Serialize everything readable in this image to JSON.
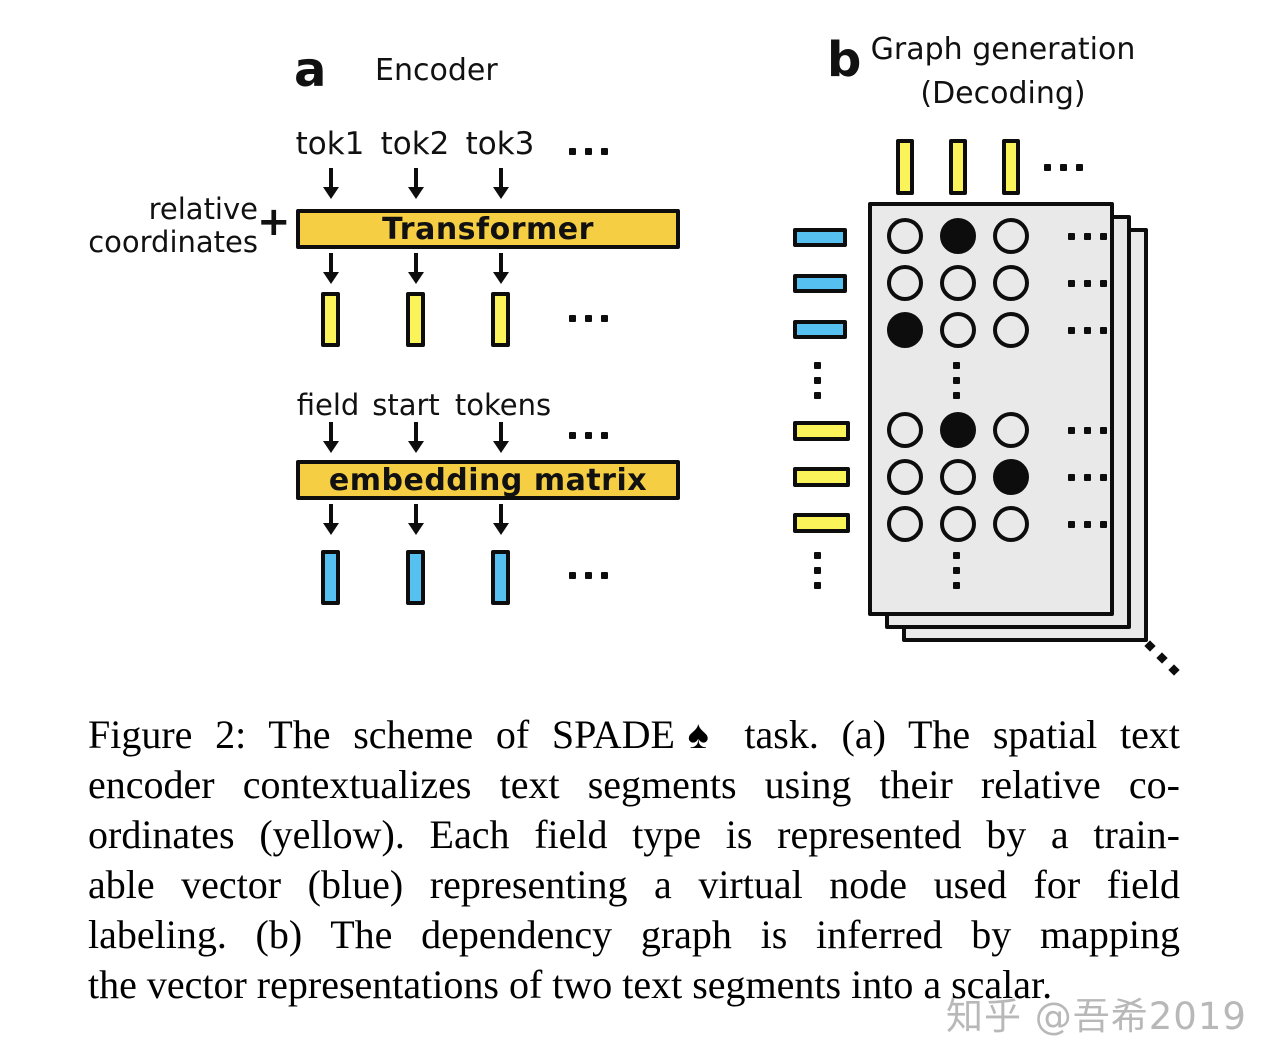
{
  "panel_a": {
    "label": "a",
    "title": "Encoder",
    "tokens": [
      "tok1",
      "tok2",
      "tok3"
    ],
    "left_label": {
      "line1": "relative",
      "line2": "coordinates"
    },
    "plus_sign": "+",
    "transformer_box": "Transformer",
    "field_words": [
      "field",
      "start",
      "tokens"
    ],
    "embedding_box": "embedding matrix"
  },
  "panel_b": {
    "label": "b",
    "title_line1": "Graph generation",
    "title_line2": "(Decoding)",
    "token_vectors_yellow": 3,
    "field_vectors_blue": 3,
    "text_vectors_yellow": 3,
    "adjacency_matrix": {
      "rows_top": [
        [
          0,
          1,
          0
        ],
        [
          0,
          0,
          0
        ],
        [
          1,
          0,
          0
        ]
      ],
      "rows_bottom": [
        [
          0,
          1,
          0
        ],
        [
          0,
          0,
          1
        ],
        [
          0,
          0,
          0
        ]
      ]
    }
  },
  "colors": {
    "box_yellow": "#F5CE44",
    "bar_yellow": "#FAF35A",
    "bar_blue": "#56C1F0",
    "page_gray": "#E9E9E9",
    "ink": "#0D0D0D",
    "watermark_gray": "#B8B8B8"
  },
  "caption": {
    "lines": [
      "Figure 2: The scheme of SPADE♠ task. (a) The spatial text",
      "encoder contextualizes text segments using their relative co-",
      "ordinates (yellow). Each field type is represented by a train-",
      "able vector (blue) representing a virtual node used for field",
      "labeling. (b) The dependency graph is inferred by mapping",
      "the vector representations of two text segments into a scalar."
    ]
  },
  "watermark": "知乎 @吾希2019"
}
